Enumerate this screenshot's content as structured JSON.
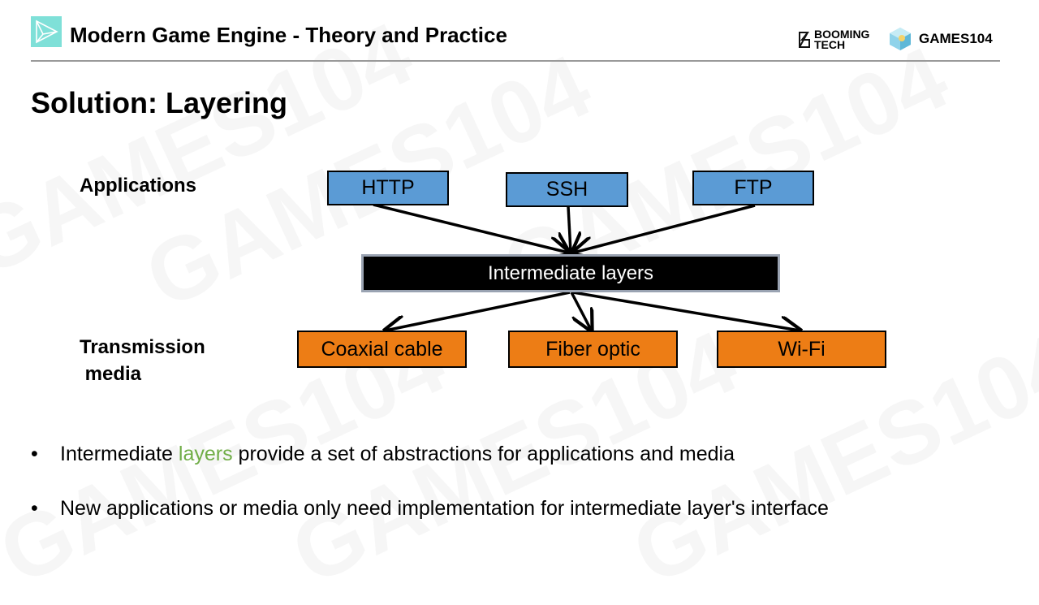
{
  "header": {
    "title": "Modern Game Engine - Theory and Practice",
    "brand_booming_line1": "BOOMING",
    "brand_booming_line2": "TECH",
    "brand_games": "GAMES104"
  },
  "slide": {
    "title": "Solution: Layering"
  },
  "diagram": {
    "applications_label": "Applications",
    "media_label_line1": "Transmission",
    "media_label_line2": " media",
    "applications": [
      "HTTP",
      "SSH",
      "FTP"
    ],
    "intermediate": "Intermediate layers",
    "media": [
      "Coaxial cable",
      "Fiber optic",
      "Wi-Fi"
    ],
    "colors": {
      "application": "#5b9bd5",
      "media": "#ed7d15",
      "intermediate": "#000000",
      "highlight": "#70ad47"
    }
  },
  "bullets": [
    {
      "before": "Intermediate ",
      "highlight": "layers",
      "after": " provide a set of abstractions for  applications and media"
    },
    {
      "before": "New applications or media only need implementation for intermediate layer's interface",
      "highlight": "",
      "after": ""
    }
  ],
  "watermark": "GAMES104"
}
